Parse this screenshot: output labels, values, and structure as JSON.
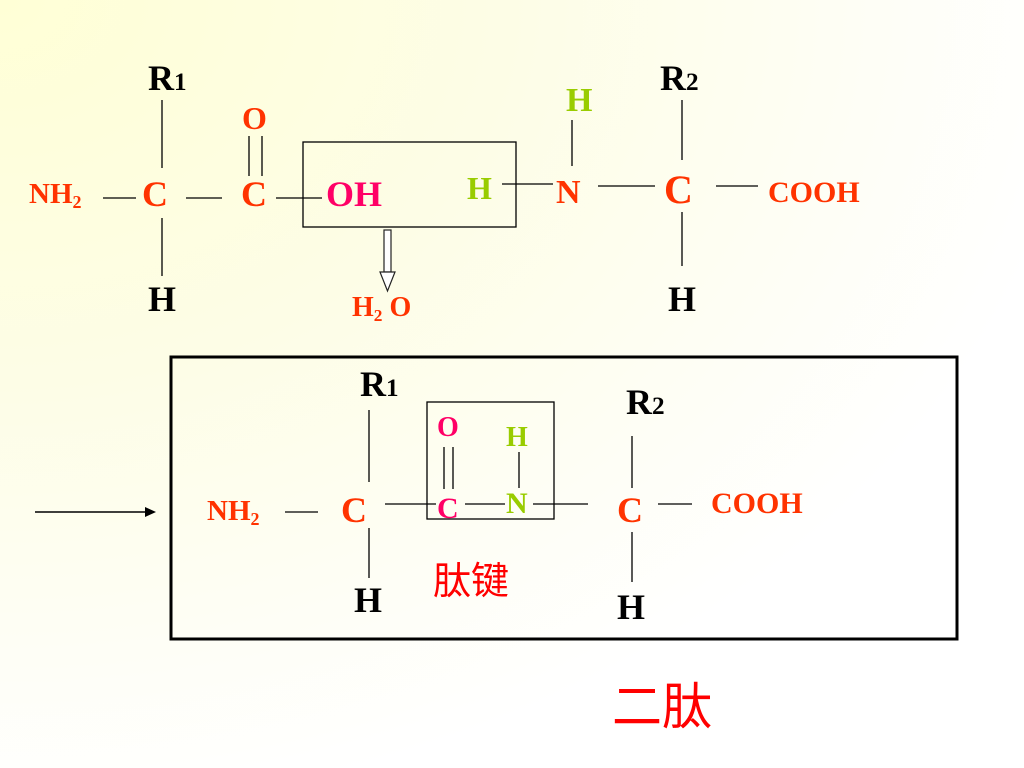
{
  "top": {
    "r1": "R",
    "r1_sub": "1",
    "r2": "R",
    "r2_sub": "2",
    "o": "O",
    "h_top": "H",
    "nh2": "NH",
    "nh2_sub": "2",
    "c1": "C",
    "c2": "C",
    "oh": "OH",
    "h_mid": "H",
    "n": "N",
    "c3": "C",
    "cooh": "COOH",
    "h_bottom_left": "H",
    "h_bottom_right": "H",
    "water_h": "H",
    "water_sub": "2",
    "water_o": "O"
  },
  "bottom": {
    "r1": "R",
    "r1_sub": "1",
    "r2": "R",
    "r2_sub": "2",
    "o": "O",
    "h_top": "H",
    "nh2": "NH",
    "nh2_sub": "2",
    "c1": "C",
    "c2": "C",
    "n": "N",
    "c3": "C",
    "cooh": "COOH",
    "h_bottom_left": "H",
    "h_bottom_right": "H",
    "peptide_bond_label": "肽键"
  },
  "dipeptide_label": "二肽",
  "colors": {
    "black": "#000000",
    "orange": "#ff3300",
    "green": "#99cc00",
    "pink": "#ff0066",
    "red": "#ff0000"
  }
}
